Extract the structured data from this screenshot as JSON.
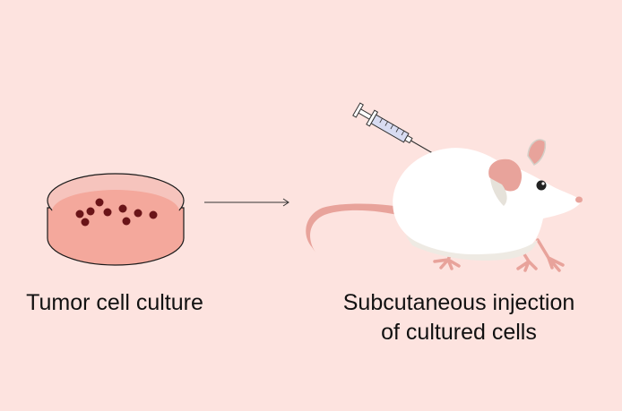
{
  "colors": {
    "background": "#fde3df",
    "dish_rim": "#f6c4bd",
    "medium": "#f4a89c",
    "cells": "#6a1418",
    "mouse_body": "#ffffff",
    "mouse_shadow": "#eeeae3",
    "mouse_pink": "#e8a39b",
    "syringe_barrel": "#d8dcf2"
  },
  "captions": {
    "culture": "Tumor cell culture",
    "injection_line1": "Subcutaneous injection",
    "injection_line2": "of cultured cells"
  },
  "icons": [
    "petri-dish-icon",
    "arrow-icon",
    "syringe-icon",
    "mouse-icon"
  ]
}
